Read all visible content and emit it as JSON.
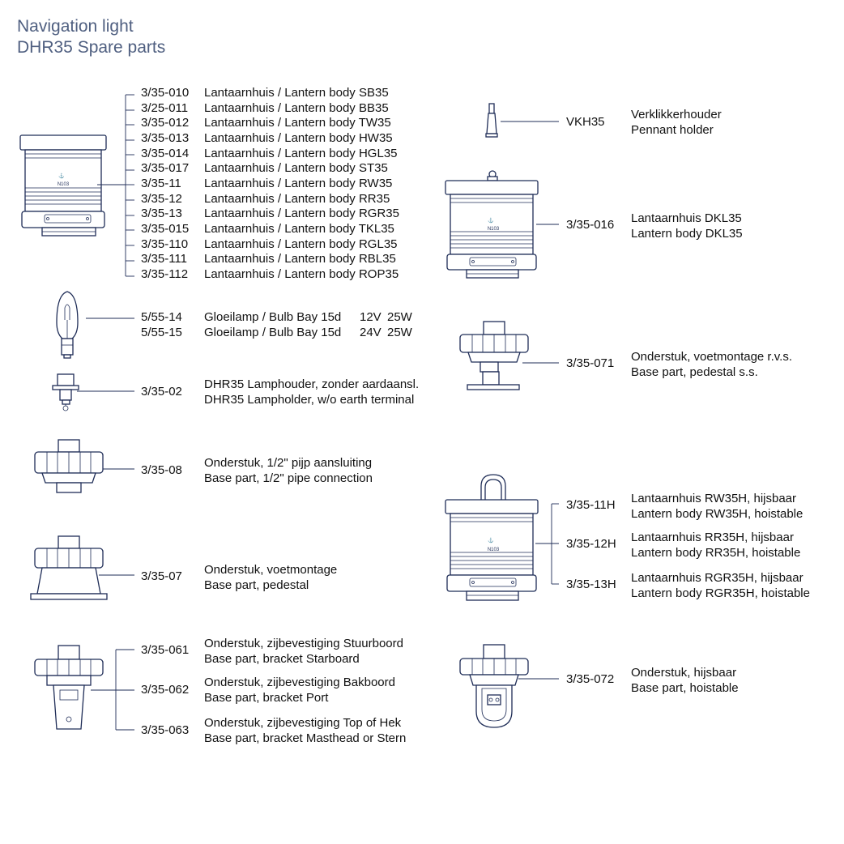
{
  "title": {
    "line1": "Navigation light",
    "line2": "DHR35 Spare parts"
  },
  "lantern_group": {
    "items": [
      {
        "code": "3/35-010",
        "desc": "Lantaarnhuis / Lantern body SB35"
      },
      {
        "code": "3/25-011",
        "desc": "Lantaarnhuis / Lantern body BB35"
      },
      {
        "code": "3/35-012",
        "desc": "Lantaarnhuis / Lantern body TW35"
      },
      {
        "code": "3/35-013",
        "desc": "Lantaarnhuis / Lantern body HW35"
      },
      {
        "code": "3/35-014",
        "desc": "Lantaarnhuis / Lantern body HGL35"
      },
      {
        "code": "3/35-017",
        "desc": "Lantaarnhuis / Lantern body ST35"
      },
      {
        "code": "3/35-11",
        "desc": "Lantaarnhuis / Lantern body RW35"
      },
      {
        "code": "3/35-12",
        "desc": "Lantaarnhuis / Lantern body RR35"
      },
      {
        "code": "3/35-13",
        "desc": "Lantaarnhuis / Lantern body RGR35"
      },
      {
        "code": "3/35-015",
        "desc": "Lantaarnhuis / Lantern body TKL35"
      },
      {
        "code": "3/35-110",
        "desc": "Lantaarnhuis / Lantern body RGL35"
      },
      {
        "code": "3/35-111",
        "desc": "Lantaarnhuis / Lantern body RBL35"
      },
      {
        "code": "3/35-112",
        "desc": "Lantaarnhuis / Lantern body ROP35"
      }
    ]
  },
  "bulbs": [
    {
      "code": "5/55-14",
      "desc": "Gloeilamp / Bulb Bay 15d",
      "volt": "12V",
      "watt": "25W"
    },
    {
      "code": "5/55-15",
      "desc": "Gloeilamp / Bulb Bay 15d",
      "volt": "24V",
      "watt": "25W"
    }
  ],
  "lampholder": {
    "code": "3/35-02",
    "line1": "DHR35 Lamphouder, zonder aardaansl.",
    "line2": "DHR35 Lampholder, w/o earth terminal"
  },
  "pipe_base": {
    "code": "3/35-08",
    "line1": "Onderstuk, 1/2\" pijp aansluiting",
    "line2": "Base part, 1/2\" pipe connection"
  },
  "pedestal_base": {
    "code": "3/35-07",
    "line1": "Onderstuk, voetmontage",
    "line2": "Base part, pedestal"
  },
  "brackets": [
    {
      "code": "3/35-061",
      "line1": "Onderstuk, zijbevestiging Stuurboord",
      "line2": "Base part, bracket Starboard"
    },
    {
      "code": "3/35-062",
      "line1": "Onderstuk, zijbevestiging Bakboord",
      "line2": "Base part, bracket Port"
    },
    {
      "code": "3/35-063",
      "line1": "Onderstuk, zijbevestiging Top of Hek",
      "line2": "Base part, bracket Masthead or Stern"
    }
  ],
  "pennant": {
    "code": "VKH35",
    "line1": "Verklikkerhouder",
    "line2": "Pennant holder"
  },
  "dkl": {
    "code": "3/35-016",
    "line1": "Lantaarnhuis DKL35",
    "line2": "Lantern body DKL35"
  },
  "pedestal_ss": {
    "code": "3/35-071",
    "line1": "Onderstuk, voetmontage r.v.s.",
    "line2": "Base part, pedestal s.s."
  },
  "hoistable_lanterns": [
    {
      "code": "3/35-11H",
      "line1": "Lantaarnhuis RW35H, hijsbaar",
      "line2": "Lantern body RW35H, hoistable"
    },
    {
      "code": "3/35-12H",
      "line1": "Lantaarnhuis RR35H, hijsbaar",
      "line2": "Lantern body RR35H, hoistable"
    },
    {
      "code": "3/35-13H",
      "line1": "Lantaarnhuis RGR35H, hijsbaar",
      "line2": "Lantern body RGR35H, hoistable"
    }
  ],
  "hoistable_base": {
    "code": "3/35-072",
    "line1": "Onderstuk, hijsbaar",
    "line2": "Base part, hoistable"
  },
  "lantern_badge": "N103"
}
